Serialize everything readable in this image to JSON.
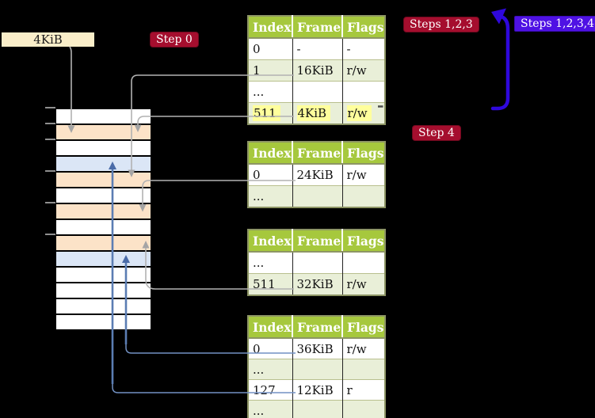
{
  "legend": {
    "page_size_label": "4KiB",
    "step0": "Step 0",
    "steps123": "Steps 1,2,3",
    "steps1234": "Steps 1,2,3,4",
    "step4": "Step 4"
  },
  "colors": {
    "background": "#000000",
    "badge_red": "#a50e2e",
    "badge_blue": "#4f12e4",
    "label_box_cream": "#faeec9",
    "table_header_green": "#a6c83d",
    "table_row_green": "#e9efd8",
    "highlight_yellow": "#ffff9c",
    "memory_orange": "#fce3c8",
    "memory_blue": "#dbe6f6",
    "connector_gray": "#b2b2b2",
    "connector_steel_blue": "#5b7db3",
    "big_arrow_blue": "#2f08dc"
  },
  "tables": [
    {
      "headers": [
        "Index",
        "Frame",
        "Flags"
      ],
      "rows": [
        {
          "cells": [
            "0",
            "-",
            "-"
          ]
        },
        {
          "cells": [
            "1",
            "16KiB",
            "r/w"
          ]
        },
        {
          "cells": [
            "...",
            "",
            ""
          ]
        },
        {
          "cells": [
            "511",
            "4KiB",
            "r/w"
          ],
          "highlighted": true
        }
      ]
    },
    {
      "headers": [
        "Index",
        "Frame",
        "Flags"
      ],
      "rows": [
        {
          "cells": [
            "0",
            "24KiB",
            "r/w"
          ]
        },
        {
          "cells": [
            "...",
            "",
            ""
          ]
        }
      ]
    },
    {
      "headers": [
        "Index",
        "Frame",
        "Flags"
      ],
      "rows": [
        {
          "cells": [
            "...",
            "",
            ""
          ]
        },
        {
          "cells": [
            "511",
            "32KiB",
            "r/w"
          ]
        }
      ]
    },
    {
      "headers": [
        "Index",
        "Frame",
        "Flags"
      ],
      "rows": [
        {
          "cells": [
            "0",
            "36KiB",
            "r/w"
          ]
        },
        {
          "cells": [
            "...",
            "",
            ""
          ]
        },
        {
          "cells": [
            "127",
            "12KiB",
            "r"
          ]
        },
        {
          "cells": [
            "...",
            "",
            ""
          ]
        }
      ]
    }
  ],
  "memory_column": {
    "row_colors": [
      "white",
      "orange",
      "white",
      "blue",
      "orange",
      "white",
      "orange",
      "white",
      "orange",
      "blue",
      "white",
      "white",
      "white",
      "white"
    ]
  }
}
